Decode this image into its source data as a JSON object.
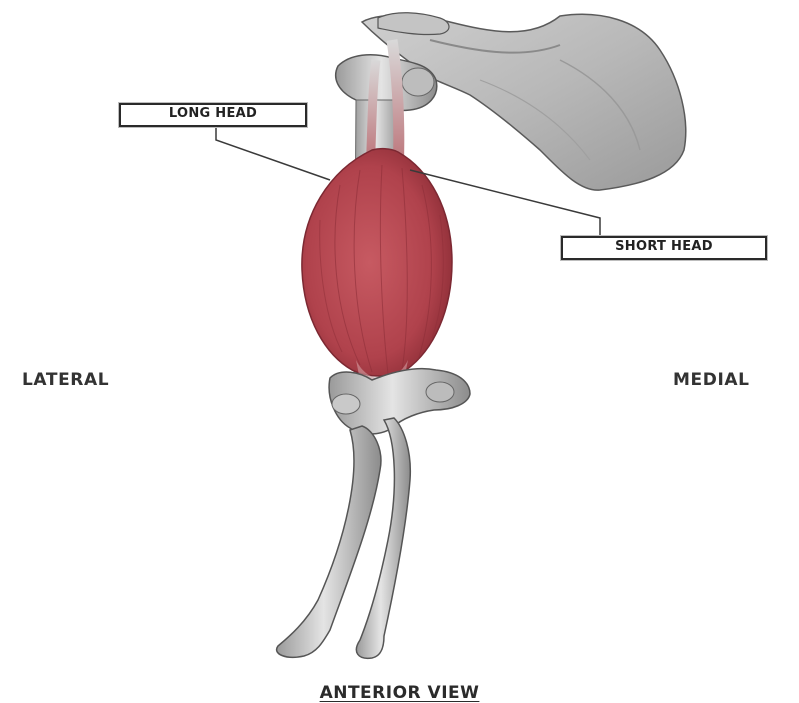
{
  "labels": {
    "long_head": "LONG HEAD",
    "short_head": "SHORT HEAD",
    "lateral": "LATERAL",
    "medial": "MEDIAL",
    "view": "ANTERIOR VIEW"
  },
  "colors": {
    "muscle": "#b84a52",
    "muscle_dark": "#8e2e38",
    "bone": "#d6d6d6",
    "bone_shadow": "#8a8a8a",
    "outline": "#3a3a3a"
  }
}
